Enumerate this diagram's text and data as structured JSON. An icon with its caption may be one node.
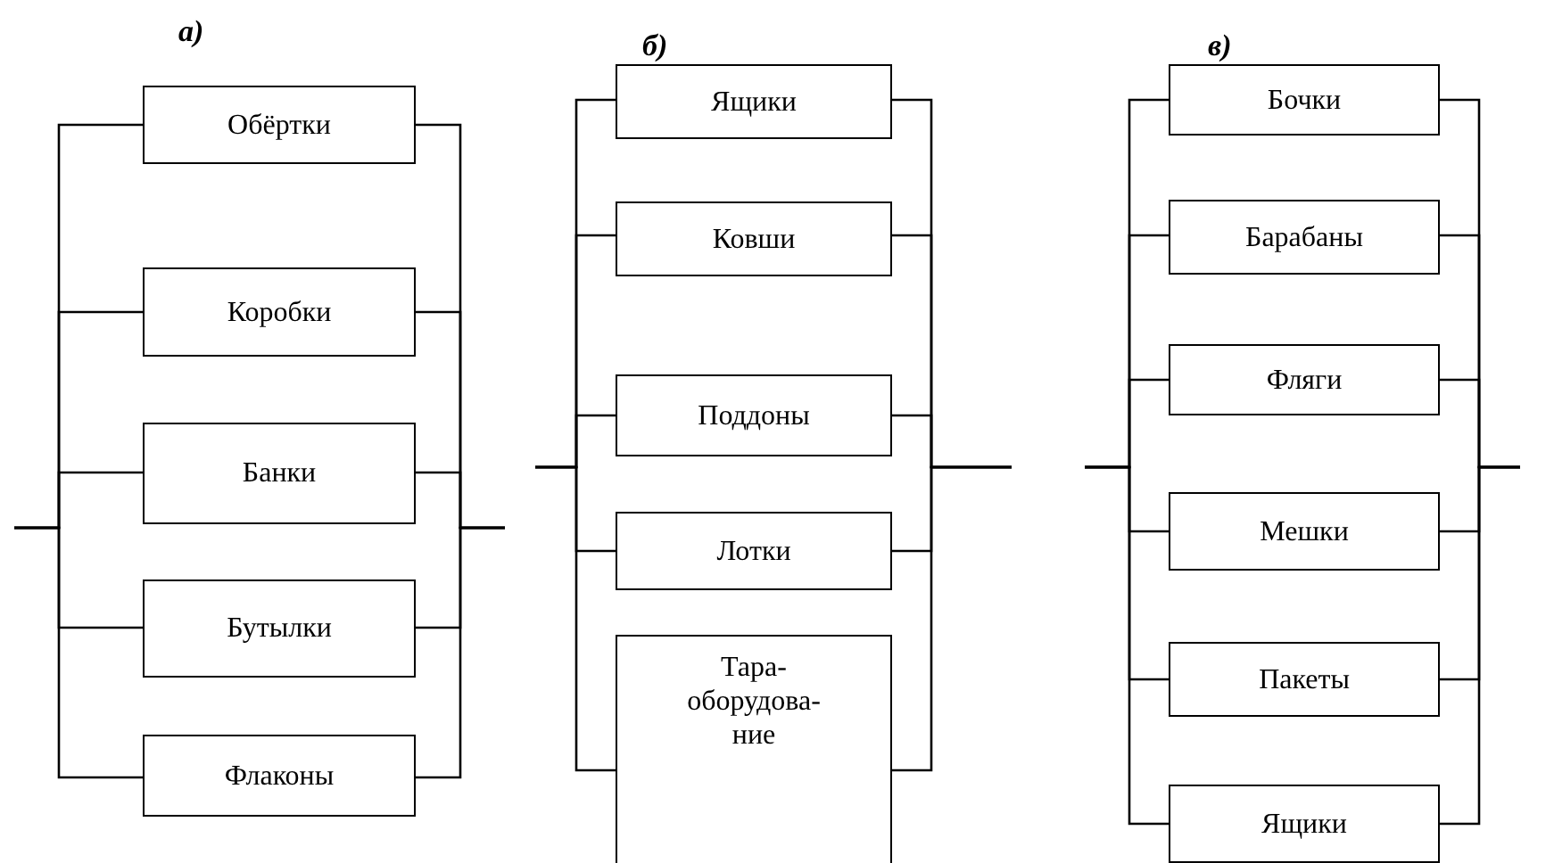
{
  "diagram": {
    "nodes": [
      {
        "text": [
          "Обёртки"
        ]
      },
      {
        "text": [
          "Коробки"
        ]
      },
      {
        "text": [
          "Банки"
        ]
      },
      {
        "text": [
          "Бутылки"
        ]
      },
      {
        "text": [
          "Флаконы"
        ]
      },
      {
        "text": [
          "Ящики"
        ]
      },
      {
        "text": [
          "Ковши"
        ]
      },
      {
        "text": [
          "Поддоны"
        ]
      },
      {
        "text": [
          "Лотки"
        ]
      },
      {
        "text": [
          "Тара- оборудова- ние"
        ]
      },
      {
        "text": [
          "Бочки"
        ]
      },
      {
        "text": [
          "Барабаны"
        ]
      },
      {
        "text": [
          "Фляги"
        ]
      },
      {
        "text": [
          "Мешки"
        ]
      },
      {
        "text": [
          "Пакеты"
        ]
      },
      {
        "text": [
          "Ящики"
        ]
      }
    ],
    "edges": [
      {
        "from": null,
        "to": 0,
        "arrow": "none"
      },
      {
        "from": null,
        "to": 1,
        "arrow": "none"
      },
      {
        "from": null,
        "to": 2,
        "arrow": "none"
      },
      {
        "from": null,
        "to": 3,
        "arrow": "none"
      },
      {
        "from": null,
        "to": 4,
        "arrow": "none"
      },
      {
        "from": 0,
        "to": null,
        "arrow": "none"
      },
      {
        "from": 1,
        "to": null,
        "arrow": "none"
      },
      {
        "from": 2,
        "to": null,
        "arrow": "none"
      },
      {
        "from": 3,
        "to": null,
        "arrow": "none"
      },
      {
        "from": 4,
        "to": null,
        "arrow": "none"
      },
      {
        "from": null,
        "to": 5,
        "arrow": "none"
      },
      {
        "from": null,
        "to": 6,
        "arrow": "none"
      },
      {
        "from": null,
        "to": 7,
        "arrow": "none"
      },
      {
        "from": null,
        "to": 8,
        "arrow": "none"
      },
      {
        "from": null,
        "to": 9,
        "arrow": "none"
      },
      {
        "from": 5,
        "to": null,
        "arrow": "none"
      },
      {
        "from": 6,
        "to": null,
        "arrow": "none"
      },
      {
        "from": 7,
        "to": null,
        "arrow": "none"
      },
      {
        "from": 8,
        "to": null,
        "arrow": "none"
      },
      {
        "from": 9,
        "to": null,
        "arrow": "none"
      },
      {
        "from": null,
        "to": 10,
        "arrow": "none"
      },
      {
        "from": null,
        "to": 11,
        "arrow": "none"
      },
      {
        "from": null,
        "to": 12,
        "arrow": "none"
      },
      {
        "from": null,
        "to": 13,
        "arrow": "none"
      },
      {
        "from": null,
        "to": 14,
        "arrow": "none"
      },
      {
        "from": null,
        "to": 15,
        "arrow": "none"
      },
      {
        "from": 10,
        "to": null,
        "arrow": "none"
      },
      {
        "from": 11,
        "to": null,
        "arrow": "none"
      },
      {
        "from": 12,
        "to": null,
        "arrow": "none"
      },
      {
        "from": 13,
        "to": null,
        "arrow": "none"
      },
      {
        "from": 14,
        "to": null,
        "arrow": "none"
      },
      {
        "from": 15,
        "to": null,
        "arrow": "none"
      }
    ],
    "labels": [
      "а)",
      "б)",
      "в)"
    ]
  }
}
